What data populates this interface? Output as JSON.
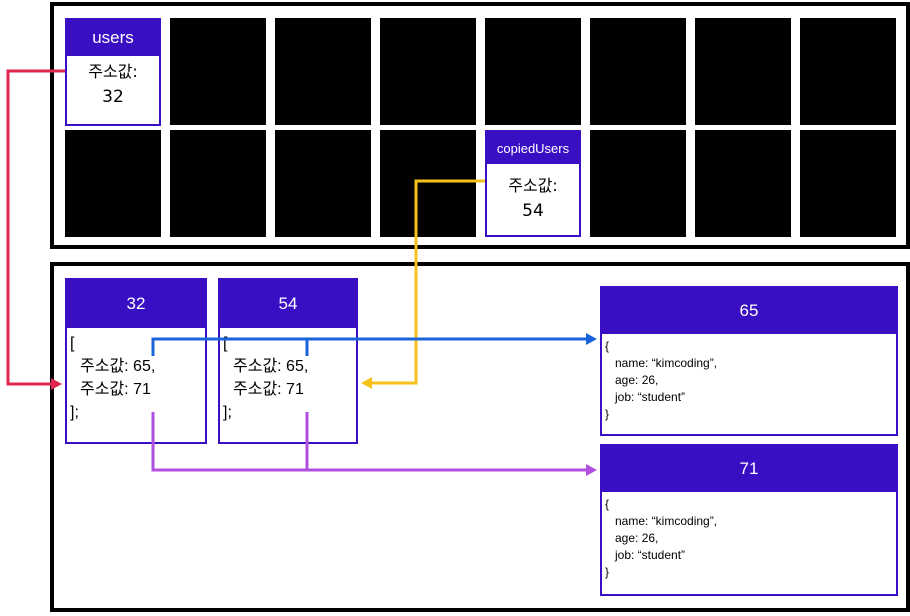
{
  "stack": {
    "users": {
      "name": "users",
      "addr_label": "주소값:",
      "addr_value": "32"
    },
    "copied": {
      "name": "copiedUsers",
      "addr_label": "주소값:",
      "addr_value": "54"
    }
  },
  "heap": {
    "arrays": [
      {
        "addr": "32",
        "open": "[",
        "item1": "주소값: 65,",
        "item2": "주소값: 71",
        "close": "];"
      },
      {
        "addr": "54",
        "open": "[",
        "item1": "주소값: 65,",
        "item2": "주소값: 71",
        "close": "];"
      }
    ],
    "objects": [
      {
        "addr": "65",
        "open": "{",
        "name": "name: “kimcoding”,",
        "age": "age: 26,",
        "job": "job: “student”",
        "close": "}"
      },
      {
        "addr": "71",
        "open": "{",
        "name": "name: “kimcoding”,",
        "age": "age: 26,",
        "job": "job: “student”",
        "close": "}"
      }
    ]
  },
  "colors": {
    "accent": "#3a0fc4",
    "arrow_users": "#e0264f",
    "arrow_copied": "#f6c21a",
    "arrow_65": "#1a63d8",
    "arrow_71": "#b04fe0"
  }
}
